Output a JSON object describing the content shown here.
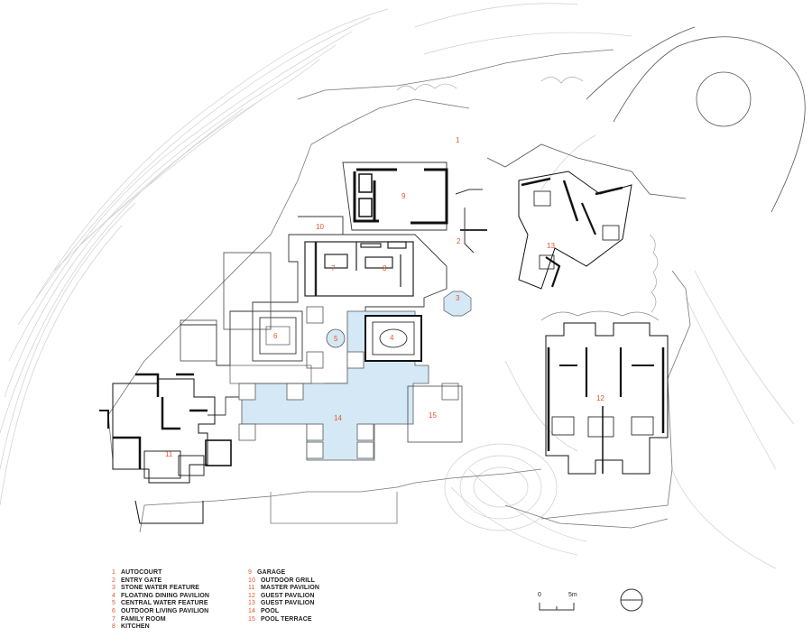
{
  "labels": {
    "n1": "1",
    "n2": "2",
    "n3": "3",
    "n4": "4",
    "n5": "5",
    "n6": "6",
    "n7": "7",
    "n8": "8",
    "n9": "9",
    "n10": "10",
    "n11": "11",
    "n12": "12",
    "n13": "13",
    "n14": "14",
    "n15": "15"
  },
  "legend": {
    "left": [
      {
        "n": "1",
        "text": "AUTOCOURT"
      },
      {
        "n": "2",
        "text": "ENTRY GATE"
      },
      {
        "n": "3",
        "text": "STONE WATER FEATURE"
      },
      {
        "n": "4",
        "text": "FLOATING DINING PAVILION"
      },
      {
        "n": "5",
        "text": "CENTRAL WATER FEATURE"
      },
      {
        "n": "6",
        "text": "OUTDOOR LIVING PAVILION"
      },
      {
        "n": "7",
        "text": "FAMILY ROOM"
      },
      {
        "n": "8",
        "text": "KITCHEN"
      }
    ],
    "right": [
      {
        "n": "9",
        "text": "GARAGE"
      },
      {
        "n": "10",
        "text": "OUTDOOR GRILL"
      },
      {
        "n": "11",
        "text": "MASTER PAVILION"
      },
      {
        "n": "12",
        "text": "GUEST PAVILION"
      },
      {
        "n": "13",
        "text": "GUEST PAVILION"
      },
      {
        "n": "14",
        "text": "POOL"
      },
      {
        "n": "15",
        "text": "POOL TERRACE"
      }
    ]
  },
  "scale": {
    "start": "0",
    "end": "5m"
  },
  "colors": {
    "accent": "#e2552a",
    "water": "#d4e9f5",
    "line": "#222222",
    "contour": "#c8c8c8"
  }
}
